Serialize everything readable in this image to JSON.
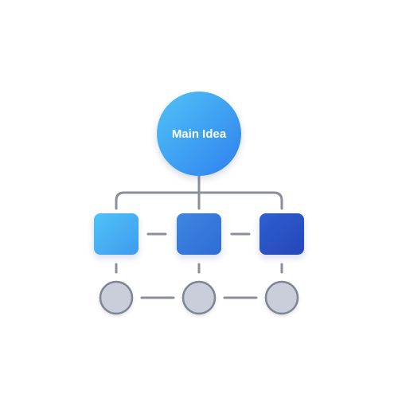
{
  "diagram": {
    "root": {
      "label": "Main Idea"
    },
    "level1": [
      {
        "id": "node-1"
      },
      {
        "id": "node-2"
      },
      {
        "id": "node-3"
      }
    ],
    "level2": [
      {
        "id": "leaf-1"
      },
      {
        "id": "leaf-2"
      },
      {
        "id": "leaf-3"
      }
    ]
  },
  "colors": {
    "root_gradient": [
      "#4FC3F7",
      "#2F80ED"
    ],
    "node_gradients": [
      [
        "#4FC3F7",
        "#3E9BEE"
      ],
      [
        "#3F86DF",
        "#2E6CD6"
      ],
      [
        "#2F5FCF",
        "#2546B8"
      ]
    ],
    "leaf_fill": "#C9CEDA",
    "leaf_stroke": "#7E8594",
    "connector": "#8A909B"
  }
}
